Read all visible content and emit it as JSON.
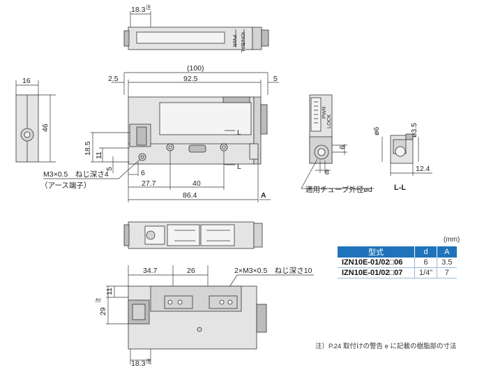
{
  "top_view": {
    "dim_width": "18.3",
    "note_mark": "注"
  },
  "side_view": {
    "dim_width": "16",
    "dim_height": "46"
  },
  "front_view": {
    "dim_overall": "(100)",
    "dim_left": "2.5",
    "dim_body": "92.5",
    "dim_right": "5",
    "dim_h1": "18.5",
    "dim_h2": "11",
    "dim_h3": "5",
    "dim_6": "6",
    "dim_27_7": "27.7",
    "dim_40": "40",
    "dim_86_4": "86.4",
    "dim_A": "A",
    "section_mark": "L",
    "ground_note_1": "M3×0.5　ねじ深さ4",
    "ground_note_2": "（アース端子）"
  },
  "port_view": {
    "dim_8": "8",
    "dim_6": "6",
    "tube_note": "適用チューブ外径ød",
    "label_pwr": "PWR",
    "label_lock": "LOCK"
  },
  "section_view": {
    "label": "L-L",
    "dim_d6": "ø6",
    "dim_d35": "ø3.5",
    "dim_124": "12.4"
  },
  "bottom_view": {
    "dim_34_7": "34.7",
    "dim_26": "26",
    "dim_11": "11",
    "dim_29": "29",
    "note_mark": "注",
    "dim_18_3": "18.3",
    "mount_note": "2×M3×0.5　ねじ深さ10"
  },
  "table": {
    "unit": "(mm)",
    "headers": [
      "型式",
      "d",
      "A"
    ],
    "rows": [
      {
        "model": "IZN10E-01/02□06",
        "d": "6",
        "a": "3.5"
      },
      {
        "model": "IZN10E-01/02□07",
        "d": "1/4\"",
        "a": "7"
      }
    ]
  },
  "footnote": "注）P.24 取付けの警告 e に記載の樹脂部の寸法"
}
